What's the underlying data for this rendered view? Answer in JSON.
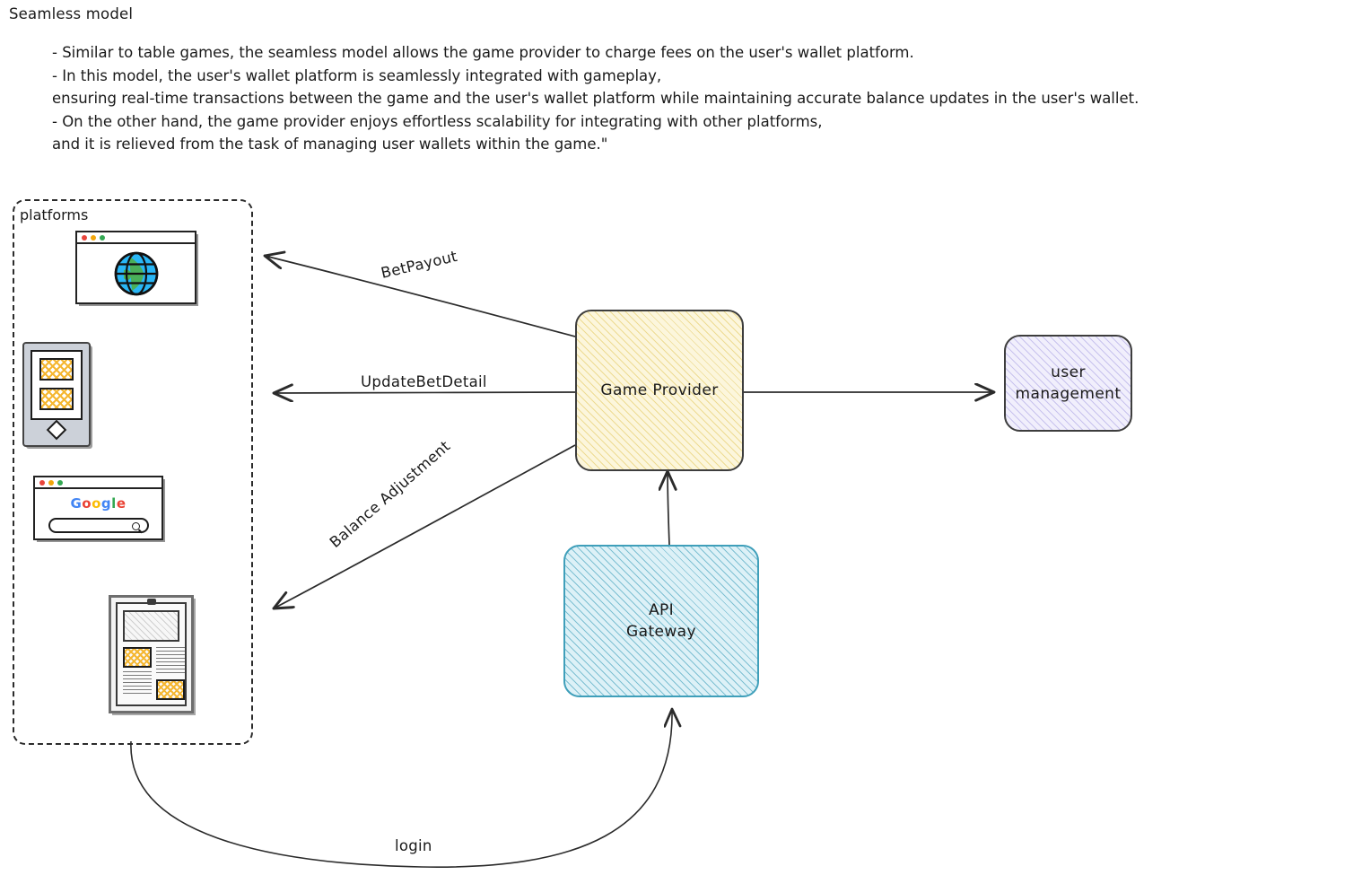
{
  "notes": {
    "title": "Seamless model",
    "lines": [
      "- Similar to table games, the seamless model allows the game provider to charge fees on the user's wallet platform.",
      "- In this model, the user's wallet platform is seamlessly integrated with gameplay,",
      "ensuring real-time transactions between the game and the user's wallet platform while maintaining accurate balance updates in the user's wallet.",
      "- On the other hand, the game provider enjoys effortless scalability for integrating with other platforms,",
      "and it is relieved from the task of managing user wallets within the game.\""
    ]
  },
  "diagram": {
    "group": {
      "label": "platforms",
      "items": [
        {
          "name": "browser-globe",
          "icon": "globe-browser-icon"
        },
        {
          "name": "mobile-phone",
          "icon": "smartphone-icon"
        },
        {
          "name": "google-browser",
          "icon": "google-search-browser-icon",
          "brand": "Google"
        },
        {
          "name": "document-tablet",
          "icon": "document-tablet-icon"
        }
      ]
    },
    "nodes": [
      {
        "id": "game-provider",
        "label": "Game  Provider",
        "fill": "#fcf6dc",
        "stroke": "#3d3d3d"
      },
      {
        "id": "api-gateway",
        "label": "API\nGateway",
        "label_line1": "API",
        "label_line2": "Gateway",
        "fill": "#ddf1f7",
        "stroke": "#3f9fba"
      },
      {
        "id": "user-management",
        "label_line1": "user",
        "label_line2": "management",
        "fill": "#f1effc",
        "stroke": "#3d3d3d"
      }
    ],
    "edges": [
      {
        "id": "bet-payout",
        "label": "BetPayout",
        "from": "game-provider",
        "to": "platforms"
      },
      {
        "id": "update-bet-detail",
        "label": "UpdateBetDetail",
        "from": "game-provider",
        "to": "platforms"
      },
      {
        "id": "balance-adjustment",
        "label": "Balance Adjustment",
        "from": "game-provider",
        "to": "platforms"
      },
      {
        "id": "user-management-edge",
        "label": "",
        "from": "game-provider",
        "to": "user-management"
      },
      {
        "id": "gateway-to-provider",
        "label": "",
        "from": "api-gateway",
        "to": "game-provider"
      },
      {
        "id": "login",
        "label": "login",
        "from": "platforms",
        "to": "api-gateway"
      }
    ]
  }
}
